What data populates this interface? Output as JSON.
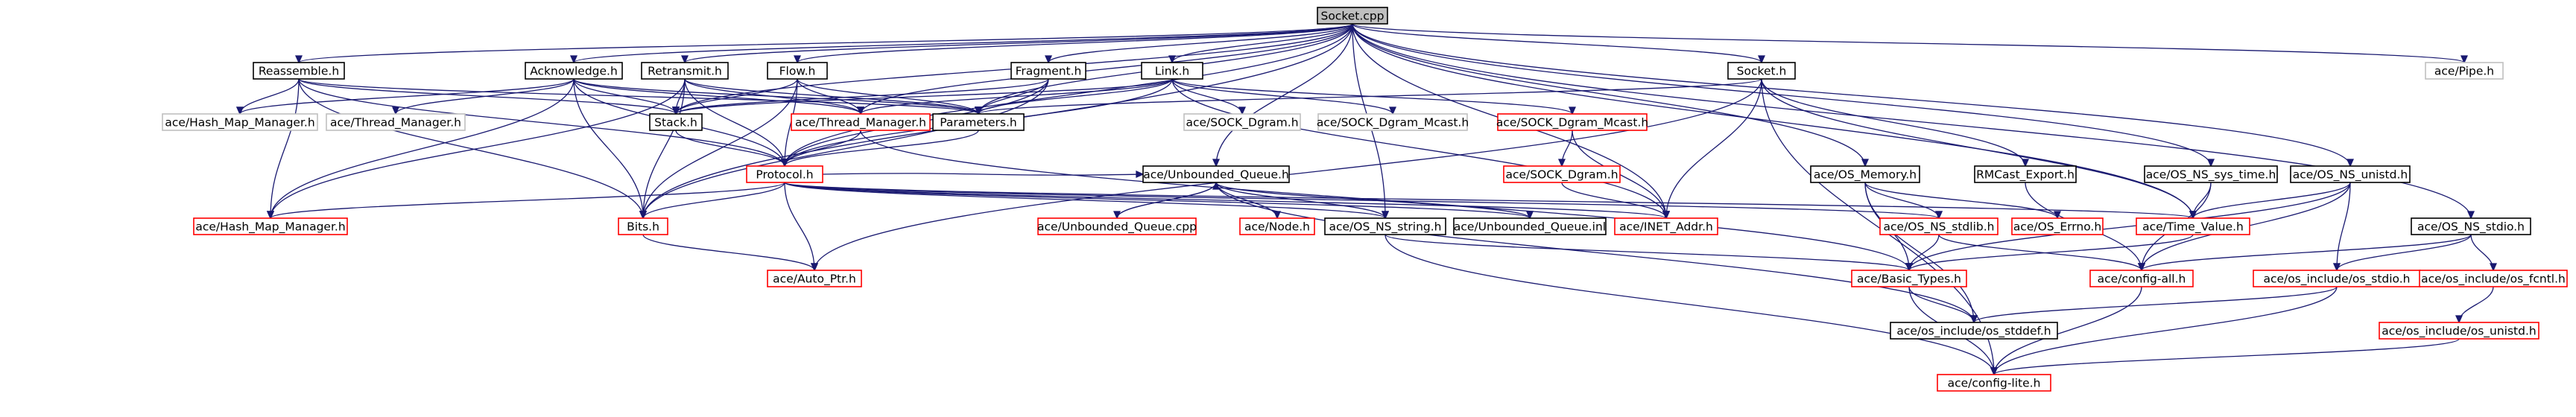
{
  "colors": {
    "background": "#ffffff",
    "node_border_documented": "#000000",
    "node_border_undocumented": "#ff0000",
    "node_border_unresolved": "#bfbfbf",
    "node_fill_root": "#bfbfbf",
    "edge": "#191970"
  },
  "nodes": [
    {
      "id": "n0",
      "label": "Socket.cpp",
      "kind": "root"
    },
    {
      "id": "n1",
      "label": "Reassemble.h",
      "kind": "documented"
    },
    {
      "id": "n2",
      "label": "Acknowledge.h",
      "kind": "documented"
    },
    {
      "id": "n3",
      "label": "Retransmit.h",
      "kind": "documented"
    },
    {
      "id": "n4",
      "label": "Flow.h",
      "kind": "documented"
    },
    {
      "id": "n5",
      "label": "Fragment.h",
      "kind": "documented"
    },
    {
      "id": "n6",
      "label": "Link.h",
      "kind": "documented"
    },
    {
      "id": "n7",
      "label": "Socket.h",
      "kind": "documented"
    },
    {
      "id": "n8",
      "label": "ace/Pipe.h",
      "kind": "unresolved"
    },
    {
      "id": "n9",
      "label": "ace/Hash_Map_Manager.h",
      "kind": "unresolved"
    },
    {
      "id": "n10",
      "label": "ace/Thread_Manager.h",
      "kind": "unresolved"
    },
    {
      "id": "n11",
      "label": "Stack.h",
      "kind": "documented"
    },
    {
      "id": "n12",
      "label": "ace/Thread_Manager.h",
      "kind": "undocumented"
    },
    {
      "id": "n13",
      "label": "Parameters.h",
      "kind": "documented"
    },
    {
      "id": "n14",
      "label": "ace/SOCK_Dgram.h",
      "kind": "unresolved"
    },
    {
      "id": "n15",
      "label": "ace/SOCK_Dgram_Mcast.h",
      "kind": "unresolved"
    },
    {
      "id": "n16",
      "label": "ace/SOCK_Dgram_Mcast.h",
      "kind": "undocumented"
    },
    {
      "id": "n17",
      "label": "Protocol.h",
      "kind": "undocumented"
    },
    {
      "id": "n18",
      "label": "ace/Unbounded_Queue.h",
      "kind": "documented"
    },
    {
      "id": "n19",
      "label": "ace/SOCK_Dgram.h",
      "kind": "undocumented"
    },
    {
      "id": "n20",
      "label": "ace/OS_Memory.h",
      "kind": "documented"
    },
    {
      "id": "n21",
      "label": "RMCast_Export.h",
      "kind": "documented"
    },
    {
      "id": "n22",
      "label": "ace/OS_NS_sys_time.h",
      "kind": "documented"
    },
    {
      "id": "n23",
      "label": "ace/OS_NS_unistd.h",
      "kind": "documented"
    },
    {
      "id": "n24",
      "label": "ace/Hash_Map_Manager.h",
      "kind": "undocumented"
    },
    {
      "id": "n25",
      "label": "Bits.h",
      "kind": "undocumented"
    },
    {
      "id": "n26",
      "label": "ace/Unbounded_Queue.cpp",
      "kind": "undocumented"
    },
    {
      "id": "n27",
      "label": "ace/Node.h",
      "kind": "undocumented"
    },
    {
      "id": "n28",
      "label": "ace/OS_NS_string.h",
      "kind": "documented"
    },
    {
      "id": "n29",
      "label": "ace/Unbounded_Queue.inl",
      "kind": "documented"
    },
    {
      "id": "n30",
      "label": "ace/INET_Addr.h",
      "kind": "undocumented"
    },
    {
      "id": "n31",
      "label": "ace/OS_NS_stdlib.h",
      "kind": "undocumented"
    },
    {
      "id": "n32",
      "label": "ace/OS_Errno.h",
      "kind": "undocumented"
    },
    {
      "id": "n33",
      "label": "ace/Time_Value.h",
      "kind": "undocumented"
    },
    {
      "id": "n34",
      "label": "ace/OS_NS_stdio.h",
      "kind": "documented"
    },
    {
      "id": "n35",
      "label": "ace/Auto_Ptr.h",
      "kind": "undocumented"
    },
    {
      "id": "n36",
      "label": "ace/Basic_Types.h",
      "kind": "undocumented"
    },
    {
      "id": "n37",
      "label": "ace/config-all.h",
      "kind": "undocumented"
    },
    {
      "id": "n38",
      "label": "ace/os_include/os_stdio.h",
      "kind": "undocumented"
    },
    {
      "id": "n39",
      "label": "ace/os_include/os_fcntl.h",
      "kind": "undocumented"
    },
    {
      "id": "n40",
      "label": "ace/os_include/os_stddef.h",
      "kind": "documented"
    },
    {
      "id": "n41",
      "label": "ace/os_include/os_unistd.h",
      "kind": "undocumented"
    },
    {
      "id": "n42",
      "label": "ace/config-lite.h",
      "kind": "undocumented"
    }
  ],
  "edges": [
    [
      "n0",
      "n1"
    ],
    [
      "n0",
      "n2"
    ],
    [
      "n0",
      "n3"
    ],
    [
      "n0",
      "n4"
    ],
    [
      "n0",
      "n5"
    ],
    [
      "n0",
      "n6"
    ],
    [
      "n0",
      "n7"
    ],
    [
      "n0",
      "n8"
    ],
    [
      "n0",
      "n11"
    ],
    [
      "n0",
      "n17"
    ],
    [
      "n0",
      "n25"
    ],
    [
      "n0",
      "n12"
    ],
    [
      "n0",
      "n13"
    ],
    [
      "n0",
      "n18"
    ],
    [
      "n0",
      "n30"
    ],
    [
      "n0",
      "n20"
    ],
    [
      "n0",
      "n23"
    ],
    [
      "n0",
      "n34"
    ],
    [
      "n0",
      "n22"
    ],
    [
      "n0",
      "n33"
    ],
    [
      "n0",
      "n28"
    ],
    [
      "n1",
      "n9"
    ],
    [
      "n1",
      "n11"
    ],
    [
      "n1",
      "n13"
    ],
    [
      "n1",
      "n17"
    ],
    [
      "n1",
      "n25"
    ],
    [
      "n1",
      "n24"
    ],
    [
      "n2",
      "n9"
    ],
    [
      "n2",
      "n10"
    ],
    [
      "n2",
      "n11"
    ],
    [
      "n2",
      "n12"
    ],
    [
      "n2",
      "n13"
    ],
    [
      "n2",
      "n17"
    ],
    [
      "n2",
      "n25"
    ],
    [
      "n2",
      "n24"
    ],
    [
      "n3",
      "n11"
    ],
    [
      "n3",
      "n12"
    ],
    [
      "n3",
      "n13"
    ],
    [
      "n3",
      "n17"
    ],
    [
      "n3",
      "n25"
    ],
    [
      "n3",
      "n24"
    ],
    [
      "n4",
      "n11"
    ],
    [
      "n4",
      "n12"
    ],
    [
      "n4",
      "n13"
    ],
    [
      "n4",
      "n17"
    ],
    [
      "n4",
      "n25"
    ],
    [
      "n5",
      "n11"
    ],
    [
      "n5",
      "n13"
    ],
    [
      "n5",
      "n17"
    ],
    [
      "n5",
      "n25"
    ],
    [
      "n6",
      "n11"
    ],
    [
      "n6",
      "n12"
    ],
    [
      "n6",
      "n13"
    ],
    [
      "n6",
      "n14"
    ],
    [
      "n6",
      "n15"
    ],
    [
      "n6",
      "n16"
    ],
    [
      "n6",
      "n17"
    ],
    [
      "n6",
      "n30"
    ],
    [
      "n7",
      "n13"
    ],
    [
      "n7",
      "n21"
    ],
    [
      "n7",
      "n30"
    ],
    [
      "n7",
      "n33"
    ],
    [
      "n7",
      "n35"
    ],
    [
      "n7",
      "n42"
    ],
    [
      "n11",
      "n17"
    ],
    [
      "n12",
      "n17"
    ],
    [
      "n12",
      "n36"
    ],
    [
      "n13",
      "n17"
    ],
    [
      "n16",
      "n19"
    ],
    [
      "n16",
      "n30"
    ],
    [
      "n19",
      "n30"
    ],
    [
      "n17",
      "n18"
    ],
    [
      "n17",
      "n25"
    ],
    [
      "n17",
      "n24"
    ],
    [
      "n17",
      "n30"
    ],
    [
      "n17",
      "n29"
    ],
    [
      "n17",
      "n28"
    ],
    [
      "n17",
      "n35"
    ],
    [
      "n17",
      "n33"
    ],
    [
      "n17",
      "n31"
    ],
    [
      "n18",
      "n26"
    ],
    [
      "n18",
      "n27"
    ],
    [
      "n18",
      "n29"
    ],
    [
      "n18",
      "n28"
    ],
    [
      "n18",
      "n40"
    ],
    [
      "n26",
      "n18"
    ],
    [
      "n20",
      "n31"
    ],
    [
      "n20",
      "n32"
    ],
    [
      "n20",
      "n36"
    ],
    [
      "n20",
      "n40"
    ],
    [
      "n21",
      "n37"
    ],
    [
      "n22",
      "n33"
    ],
    [
      "n22",
      "n37"
    ],
    [
      "n23",
      "n33"
    ],
    [
      "n23",
      "n37"
    ],
    [
      "n23",
      "n38"
    ],
    [
      "n23",
      "n36"
    ],
    [
      "n25",
      "n35"
    ],
    [
      "n28",
      "n36"
    ],
    [
      "n28",
      "n42"
    ],
    [
      "n31",
      "n36"
    ],
    [
      "n31",
      "n37"
    ],
    [
      "n33",
      "n36"
    ],
    [
      "n34",
      "n37"
    ],
    [
      "n34",
      "n38"
    ],
    [
      "n34",
      "n39"
    ],
    [
      "n36",
      "n40"
    ],
    [
      "n36",
      "n42"
    ],
    [
      "n37",
      "n42"
    ],
    [
      "n38",
      "n40"
    ],
    [
      "n38",
      "n42"
    ],
    [
      "n39",
      "n41"
    ],
    [
      "n41",
      "n42"
    ]
  ]
}
